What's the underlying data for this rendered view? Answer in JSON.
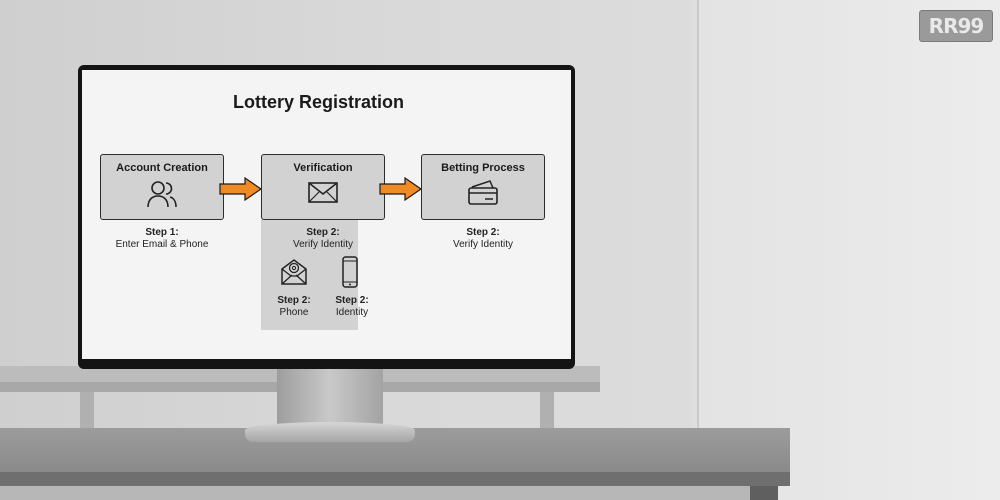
{
  "logo": {
    "text": "RR99"
  },
  "diagram": {
    "title": "Lottery Registration",
    "boxes": [
      {
        "label": "Account Creation",
        "icon": "users-icon"
      },
      {
        "label": "Verification",
        "icon": "envelope-icon"
      },
      {
        "label": "Betting Process",
        "icon": "credit-card-icon"
      }
    ],
    "captions": [
      {
        "step": "Step 1:",
        "text": "Enter Email & Phone"
      },
      {
        "step": "Step 2:",
        "text": "Verify Identity"
      },
      {
        "step": "Step 2:",
        "text": "Verify Identity"
      }
    ],
    "sub_steps": [
      {
        "step": "Step 2:",
        "text": "Phone",
        "icon": "mail-at-icon"
      },
      {
        "step": "Step 2:",
        "text": "Identity",
        "icon": "smartphone-icon"
      }
    ],
    "colors": {
      "arrow": "#f08a24",
      "box": "#d2d2d2",
      "border": "#2c2c2c"
    }
  }
}
